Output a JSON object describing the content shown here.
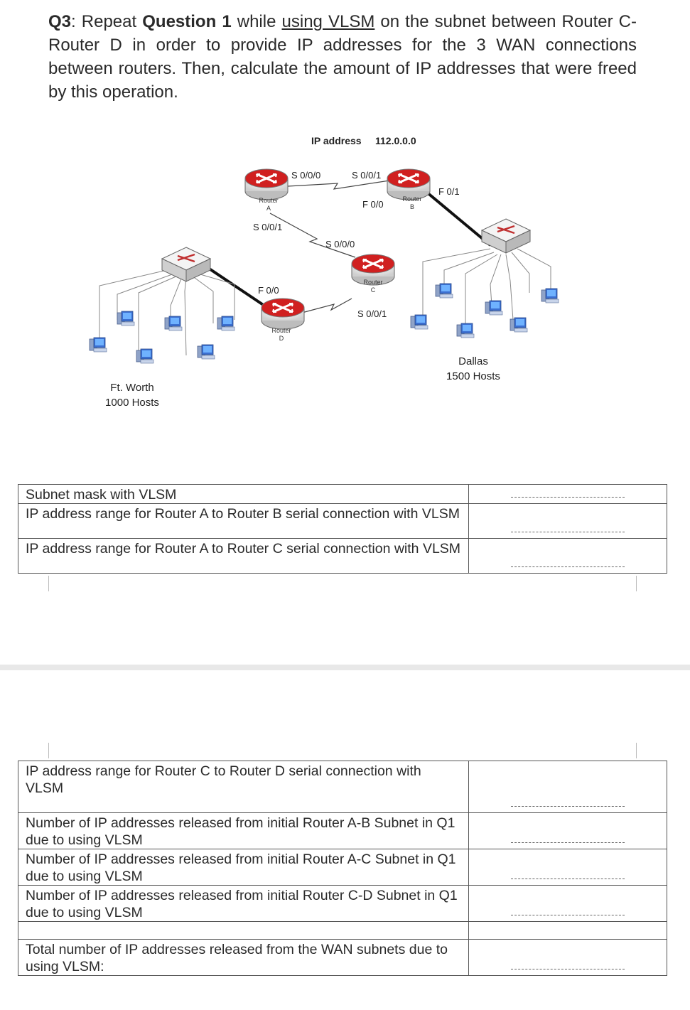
{
  "question": {
    "label": "Q3",
    "t1": ": Repeat ",
    "bold": "Question 1",
    "t2": " while ",
    "underlined": "using VLSM",
    "t3": " on the subnet between Router C-Router D in order to provide IP addresses for the 3 WAN connections between routers. Then, calculate the amount of IP addresses that were freed by this operation."
  },
  "diagram": {
    "ip_label": "IP address",
    "ip_value": "112.0.0.0",
    "routers": {
      "a": {
        "l1": "Router",
        "l2": "A"
      },
      "b": {
        "l1": "Router",
        "l2": "B"
      },
      "c": {
        "l1": "Router",
        "l2": "C"
      },
      "d": {
        "l1": "Router",
        "l2": "D"
      }
    },
    "ports": {
      "a_s000": "S 0/0/0",
      "b_s001": "S 0/0/1",
      "b_f00": "F 0/0",
      "b_f01": "F 0/1",
      "a_s001": "S 0/0/1",
      "c_s000": "S 0/0/0",
      "d_f00": "F 0/0",
      "c_s001": "S 0/0/1"
    },
    "sites": {
      "ftworth": {
        "name": "Ft. Worth",
        "hosts": "1000 Hosts"
      },
      "dallas": {
        "name": "Dallas",
        "hosts": "1500 Hosts"
      }
    }
  },
  "table1": {
    "rows": [
      {
        "label": "Subnet mask with VLSM",
        "answer": ""
      },
      {
        "label": "IP address range for Router A to Router B serial connection with VLSM",
        "answer": ""
      },
      {
        "label": "IP address range for Router A to Router C serial connection with VLSM",
        "answer": ""
      }
    ]
  },
  "table2": {
    "rows": [
      {
        "label": "IP address range for Router C to Router D serial connection with VLSM",
        "answer": ""
      },
      {
        "label": "Number of IP addresses released from initial Router A-B Subnet in Q1 due to using VLSM",
        "answer": ""
      },
      {
        "label": "Number of IP addresses released from initial Router A-C Subnet in Q1 due to using VLSM",
        "answer": ""
      },
      {
        "label": "Number of IP addresses released from initial Router C-D Subnet in Q1 due to using VLSM",
        "answer": ""
      },
      {
        "label": "Total number of IP addresses released from the WAN subnets due to using VLSM:",
        "answer": ""
      }
    ]
  }
}
